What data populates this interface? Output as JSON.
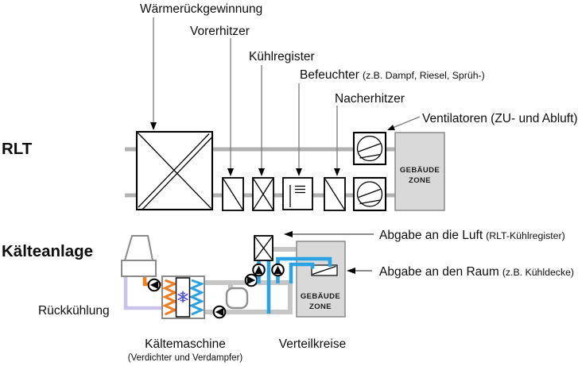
{
  "rlt": {
    "section_label": "RLT",
    "labels": {
      "heat_recovery": "Wärmerückgewinnung",
      "preheater": "Vorerhitzer",
      "cooling_coil": "Kühlregister",
      "humidifier": "Befeuchter",
      "humidifier_note": "(z.B. Dampf, Riesel, Sprüh-)",
      "reheater": "Nacherhitzer",
      "fans": "Ventilatoren (ZU- und Abluft)"
    },
    "zone": {
      "line1": "GEBÄUDE",
      "line2": "ZONE"
    }
  },
  "cooling": {
    "section_label": "Kälteanlage",
    "labels": {
      "recooling": "Rückkühlung",
      "chiller": "Kältemaschine",
      "chiller_note": "(Verdichter und Verdampfer)",
      "distribution": "Verteilkreise",
      "to_air": "Abgabe an die Luft",
      "to_air_note": "(RLT-Kühlregister)",
      "to_room": "Abgabe an den Raum",
      "to_room_note": "(z.B. Kühldecke)"
    },
    "zone": {
      "line1": "GEBÄUDE",
      "line2": "ZONE"
    }
  },
  "colors": {
    "duct": "#b2b2b2",
    "pipe_gray": "#c6c6c6",
    "pipe_blue": "#29a3e3",
    "pipe_orange": "#f07d1e",
    "pipe_lavender": "#c9c3ea",
    "zone_fill": "#d9d9d9",
    "snowflake": "#5b57d8"
  }
}
